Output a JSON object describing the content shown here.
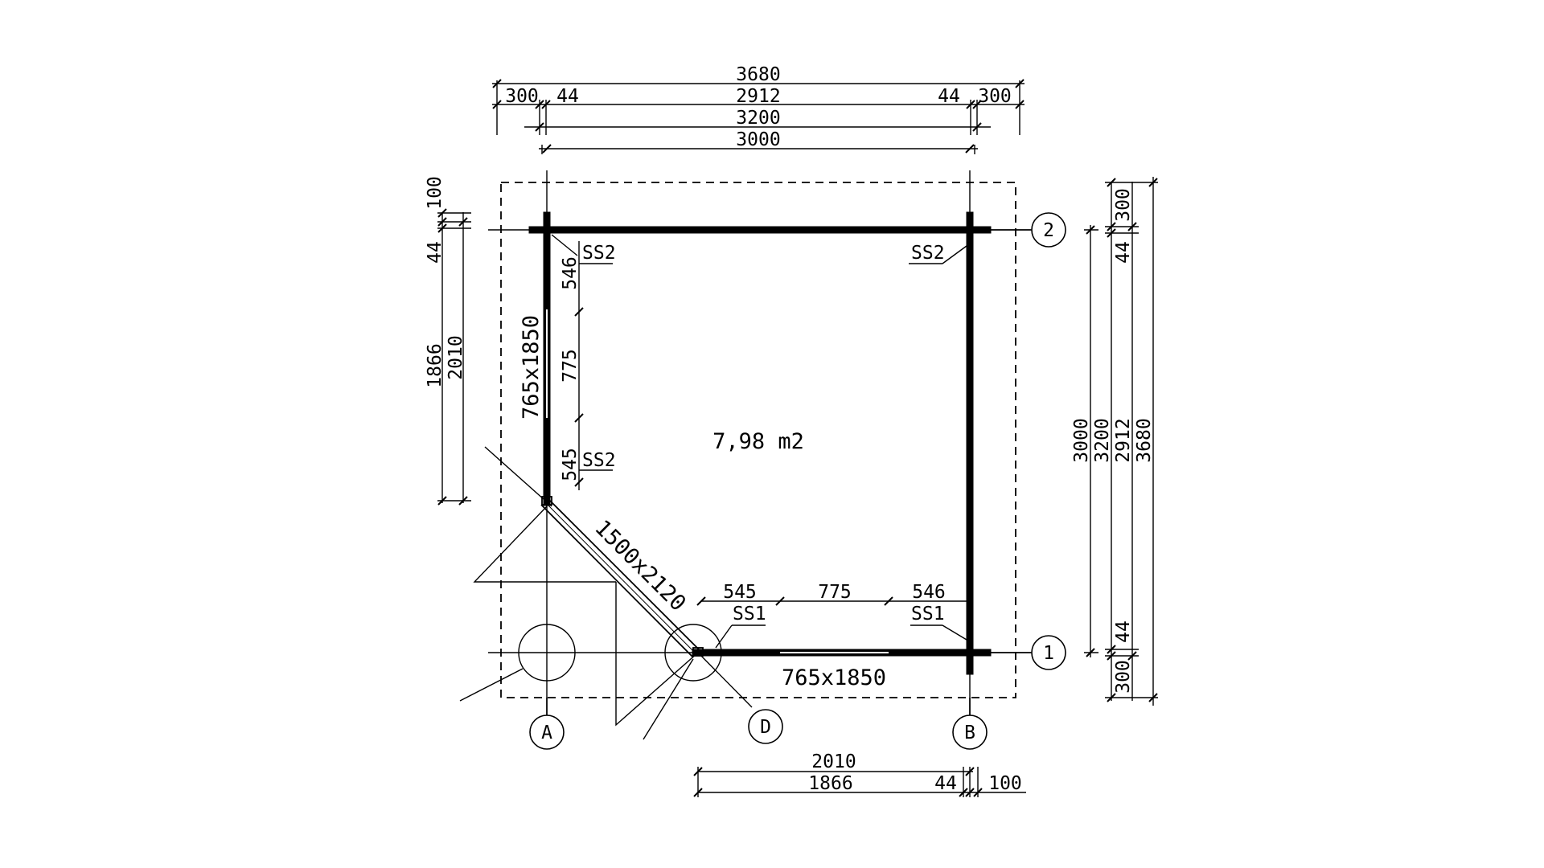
{
  "drawing": {
    "area_label": "7,98 m2",
    "axis_labels": [
      "A",
      "B",
      "D",
      "1",
      "2"
    ],
    "top_dims": {
      "overall": "3680",
      "overhang_left": "300",
      "wall_left": "44",
      "inner": "2912",
      "wall_right": "44",
      "overhang_right": "300",
      "wall_outer": "3200",
      "grid": "3000"
    },
    "bottom_dims": {
      "total": "2010",
      "inner": "1866",
      "wall": "44",
      "overhang": "100"
    },
    "left_dims": {
      "overhang": "100",
      "wall": "44",
      "inner": "1866",
      "total": "2010"
    },
    "right_dims": {
      "grid": "3000",
      "wall_outer": "3200",
      "inner": "2912",
      "overall": "3680",
      "overhang_top": "300",
      "wall_top": "44",
      "wall_bottom": "44",
      "overhang_bottom": "300"
    },
    "left_wall": {
      "window": "765x1850",
      "seg_top": "546",
      "seg_mid": "775",
      "seg_bottom": "545",
      "tag_top": "SS2",
      "tag_bottom": "SS2"
    },
    "top_right_tag": "SS2",
    "bottom_wall": {
      "seg_left": "545",
      "seg_mid": "775",
      "seg_right": "546",
      "tag_left": "SS1",
      "tag_right": "SS1",
      "window": "765x1850"
    },
    "door": "1500x2120"
  }
}
